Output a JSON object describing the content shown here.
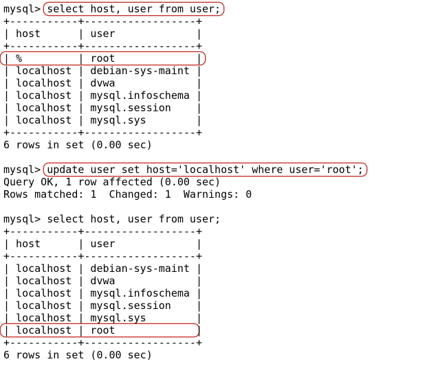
{
  "colors": {
    "background": "#ffffff",
    "text": "#000000",
    "annotation": "#c9342c"
  },
  "terminal": {
    "prompt": "mysql>",
    "lines": [
      {
        "segments": [
          {
            "text": "mysql> "
          },
          {
            "text": "select host, user from user;",
            "highlight": true
          }
        ]
      },
      {
        "segments": [
          {
            "text": "+-----------+------------------+"
          }
        ]
      },
      {
        "segments": [
          {
            "text": "| host      | user             |"
          }
        ]
      },
      {
        "segments": [
          {
            "text": "+-----------+------------------+"
          }
        ]
      },
      {
        "segments": [
          {
            "text": "| %         | root             |",
            "highlight": true
          }
        ]
      },
      {
        "segments": [
          {
            "text": "| localhost | debian-sys-maint |"
          }
        ]
      },
      {
        "segments": [
          {
            "text": "| localhost | dvwa             |"
          }
        ]
      },
      {
        "segments": [
          {
            "text": "| localhost | mysql.infoschema |"
          }
        ]
      },
      {
        "segments": [
          {
            "text": "| localhost | mysql.session    |"
          }
        ]
      },
      {
        "segments": [
          {
            "text": "| localhost | mysql.sys        |"
          }
        ]
      },
      {
        "segments": [
          {
            "text": "+-----------+------------------+"
          }
        ]
      },
      {
        "segments": [
          {
            "text": "6 rows in set (0.00 sec)"
          }
        ]
      },
      {
        "segments": []
      },
      {
        "segments": [
          {
            "text": "mysql> "
          },
          {
            "text": "update user set host='localhost' where user='root';",
            "highlight": true
          }
        ]
      },
      {
        "segments": [
          {
            "text": "Query OK, 1 row affected (0.00 sec)"
          }
        ]
      },
      {
        "segments": [
          {
            "text": "Rows matched: 1  Changed: 1  Warnings: 0"
          }
        ]
      },
      {
        "segments": []
      },
      {
        "segments": [
          {
            "text": "mysql> select host, user from user;"
          }
        ]
      },
      {
        "segments": [
          {
            "text": "+-----------+------------------+"
          }
        ]
      },
      {
        "segments": [
          {
            "text": "| host      | user             |"
          }
        ]
      },
      {
        "segments": [
          {
            "text": "+-----------+------------------+"
          }
        ]
      },
      {
        "segments": [
          {
            "text": "| localhost | debian-sys-maint |"
          }
        ]
      },
      {
        "segments": [
          {
            "text": "| localhost | dvwa             |"
          }
        ]
      },
      {
        "segments": [
          {
            "text": "| localhost | mysql.infoschema |"
          }
        ]
      },
      {
        "segments": [
          {
            "text": "| localhost | mysql.session    |"
          }
        ]
      },
      {
        "segments": [
          {
            "text": "| localhost | mysql.sys        |"
          }
        ]
      },
      {
        "segments": [
          {
            "text": "| localhost | root             ",
            "highlight": true
          },
          {
            "text": "|"
          }
        ]
      },
      {
        "segments": [
          {
            "text": "+-----------+------------------+"
          }
        ]
      },
      {
        "segments": [
          {
            "text": "6 rows in set (0.00 sec)"
          }
        ]
      }
    ]
  }
}
